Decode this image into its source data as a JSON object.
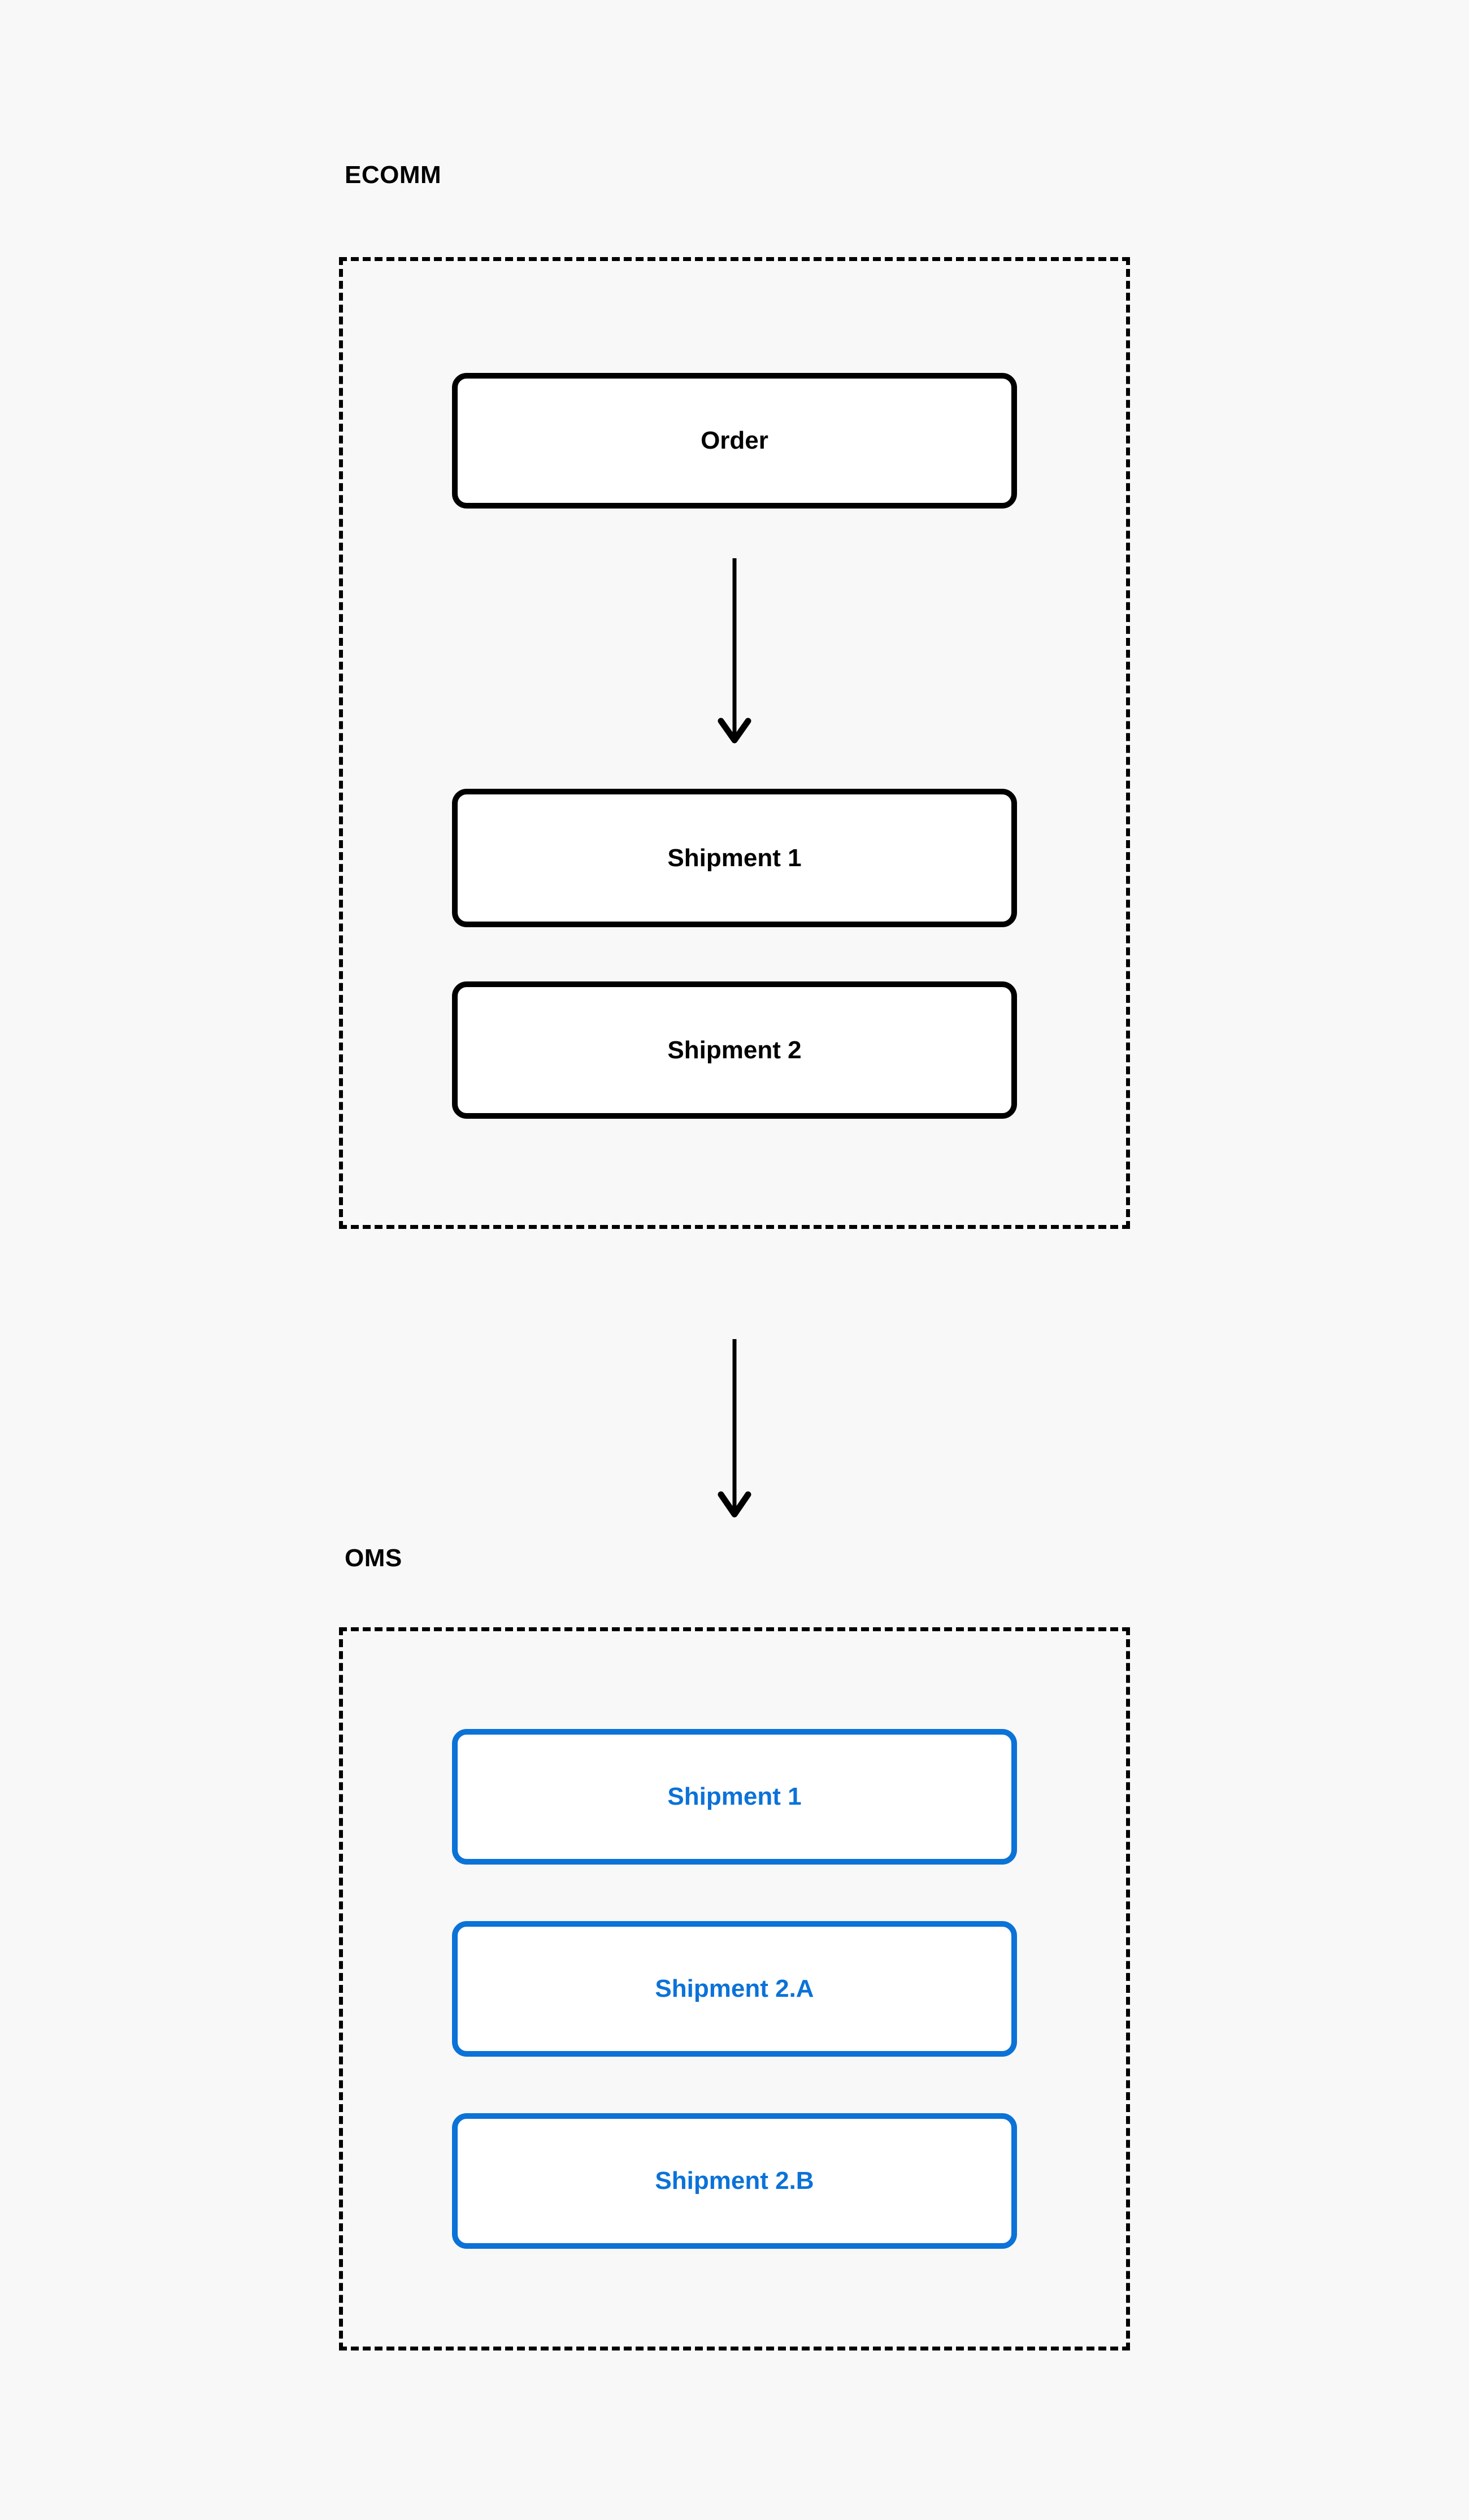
{
  "diagram": {
    "title_visible": false,
    "background_color": "#f8f8f9",
    "accent_color": "#0b72d8",
    "line_color": "#000000",
    "groups": [
      {
        "id": "ecomm",
        "label": "ECOMM",
        "style": "dashed",
        "nodes": [
          {
            "id": "order",
            "label": "Order",
            "style": "black"
          },
          {
            "id": "ecomm-shipment-1",
            "label": "Shipment 1",
            "style": "black"
          },
          {
            "id": "ecomm-shipment-2",
            "label": "Shipment 2",
            "style": "black"
          }
        ]
      },
      {
        "id": "oms",
        "label": "OMS",
        "style": "dashed",
        "nodes": [
          {
            "id": "oms-shipment-1",
            "label": "Shipment 1",
            "style": "blue"
          },
          {
            "id": "oms-shipment-2a",
            "label": "Shipment 2.A",
            "style": "blue"
          },
          {
            "id": "oms-shipment-2b",
            "label": "Shipment 2.B",
            "style": "blue"
          }
        ]
      }
    ],
    "edges": [
      {
        "id": "edge-order-to-shipment1",
        "from": "order",
        "to": "ecomm-shipment-1",
        "direction": "down",
        "label": ""
      },
      {
        "id": "edge-ecomm-to-oms",
        "from": "ecomm",
        "to": "oms",
        "direction": "down",
        "label": ""
      }
    ]
  }
}
